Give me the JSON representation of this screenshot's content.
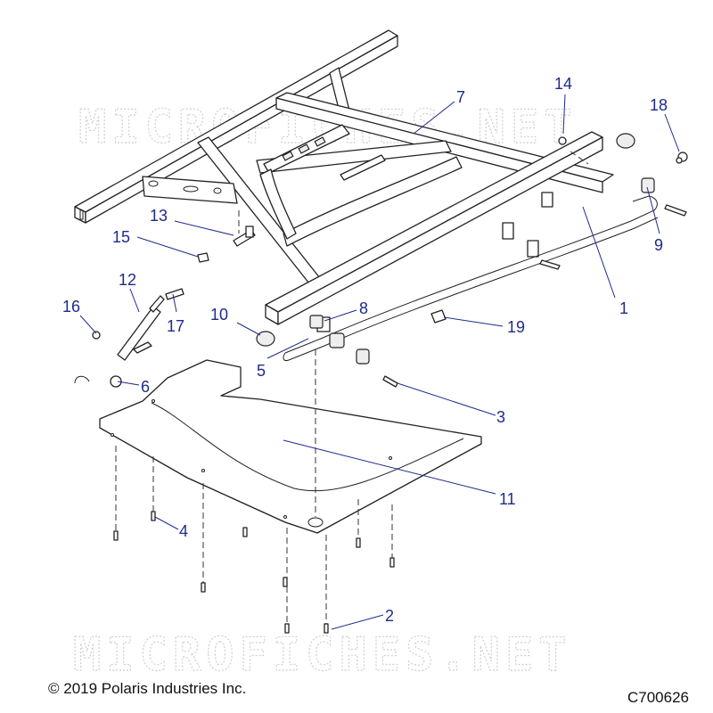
{
  "watermark": {
    "text": "MICROFICHES.NET"
  },
  "footer": {
    "copyright": "© 2019 Polaris Industries Inc.",
    "diagram_code": "C700626"
  },
  "callouts": [
    {
      "id": "c1",
      "label": "1"
    },
    {
      "id": "c2",
      "label": "2"
    },
    {
      "id": "c3",
      "label": "3"
    },
    {
      "id": "c4",
      "label": "4"
    },
    {
      "id": "c5",
      "label": "5"
    },
    {
      "id": "c6",
      "label": "6"
    },
    {
      "id": "c7",
      "label": "7"
    },
    {
      "id": "c8",
      "label": "8"
    },
    {
      "id": "c9",
      "label": "9"
    },
    {
      "id": "c10",
      "label": "10"
    },
    {
      "id": "c11",
      "label": "11"
    },
    {
      "id": "c12",
      "label": "12"
    },
    {
      "id": "c13",
      "label": "13"
    },
    {
      "id": "c14",
      "label": "14"
    },
    {
      "id": "c15",
      "label": "15"
    },
    {
      "id": "c16",
      "label": "16"
    },
    {
      "id": "c17",
      "label": "17"
    },
    {
      "id": "c18",
      "label": "18"
    },
    {
      "id": "c19",
      "label": "19"
    }
  ],
  "colors": {
    "callout": "#1f2a8c",
    "line_art": "#222222",
    "watermark": "#cfcfcf"
  }
}
